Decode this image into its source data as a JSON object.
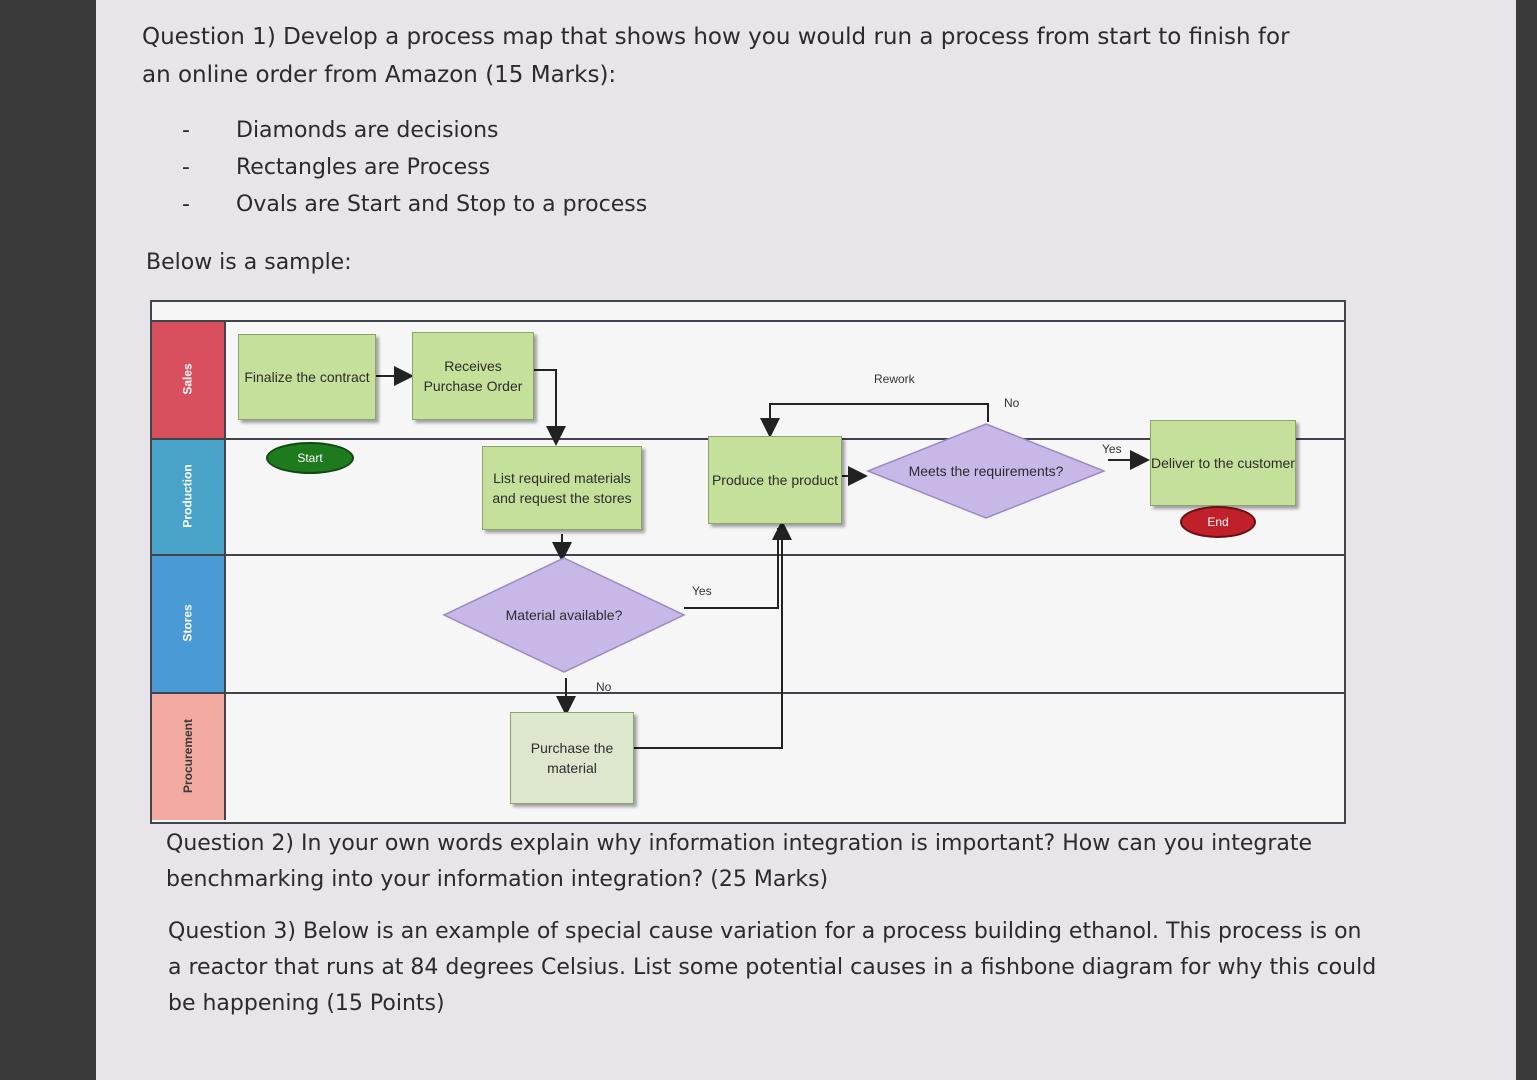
{
  "question1": {
    "text": "Question 1) Develop a process map that shows how you would run a process from start to finish for an online order from Amazon (15 Marks):",
    "bullets": [
      "Diamonds are decisions",
      "Rectangles are Process",
      "Ovals are Start and Stop to a process"
    ],
    "bullet_marker": "-"
  },
  "sample_label": "Below is a sample:",
  "diagram": {
    "lanes": [
      {
        "label": "Sales",
        "color": "#d8505e"
      },
      {
        "label": "Production",
        "color": "#4aa3c8"
      },
      {
        "label": "Stores",
        "color": "#4a9ad6"
      },
      {
        "label": "Procurement",
        "color": "#f2a99f"
      }
    ],
    "boxes": {
      "finalize": "Finalize the contract",
      "receives": "Receives Purchase Order",
      "list_required": "List required materials and request the stores",
      "produce": "Produce the product",
      "deliver": "Deliver to the customer",
      "purchase": "Purchase the material"
    },
    "decisions": {
      "meets": "Meets the requirements?",
      "material": "Material available?"
    },
    "ovals": {
      "start": "Start",
      "end": "End"
    },
    "labels": {
      "rework": "Rework",
      "no_top": "No",
      "yes_right": "Yes",
      "yes_material": "Yes",
      "no_material": "No"
    },
    "colors": {
      "process": "#c5e09a",
      "decision": "#c8b8e8",
      "start": "#1d7a1d",
      "end": "#c0202a"
    }
  },
  "question2": "Question 2) In your own words explain why information integration is important? How can you integrate benchmarking into your information integration? (25 Marks)",
  "question3": "Question 3) Below is an example of special cause variation for a process building ethanol. This process is on a reactor that runs at 84 degrees Celsius. List some potential causes in a fishbone diagram for why this could be happening (15 Points)"
}
